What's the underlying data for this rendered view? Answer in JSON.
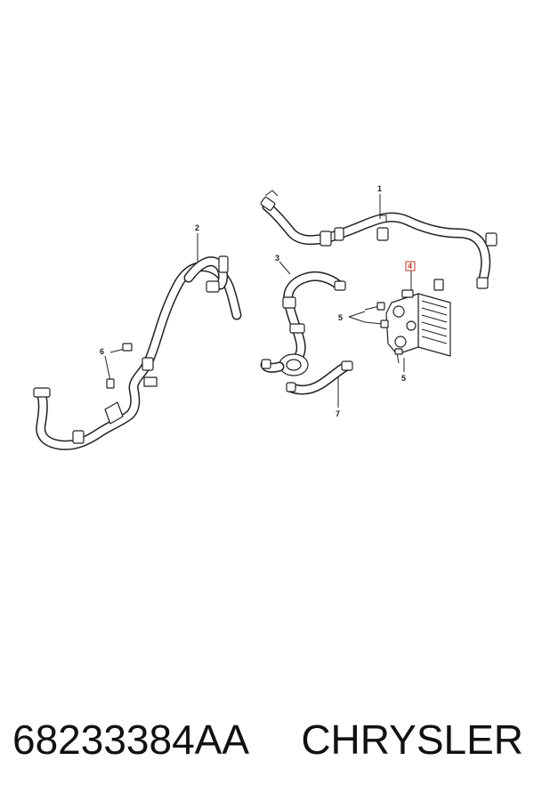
{
  "diagram": {
    "callouts": {
      "c1": "1",
      "c2": "2",
      "c3": "3",
      "c4": "4",
      "c5a": "5",
      "c5b": "5",
      "c6": "6",
      "c7": "7"
    },
    "highlight_color": "#c0392b"
  },
  "footer": {
    "part_number": "68233384AA",
    "brand": "CHRYSLER"
  }
}
